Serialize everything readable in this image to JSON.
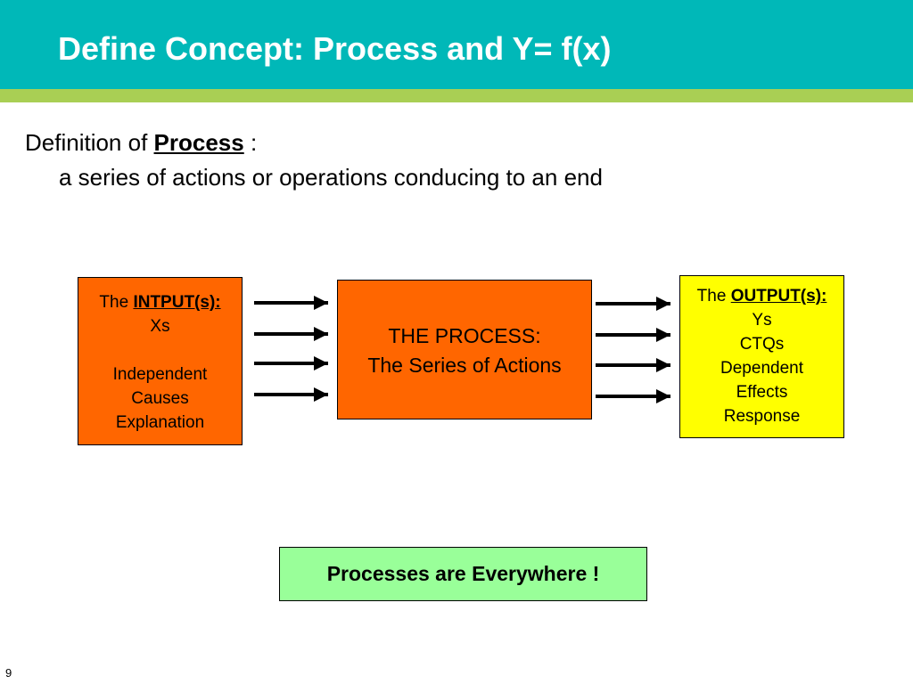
{
  "slide": {
    "title": "Define Concept: Process and Y= f(x)",
    "page_number": "9"
  },
  "definition": {
    "prefix": "Definition of ",
    "keyword": "Process",
    "suffix": " :",
    "text": "a series of actions or operations conducing to an end"
  },
  "input_box": {
    "the": "The ",
    "label": "INTPUT(s):",
    "lines_top": [
      "Xs"
    ],
    "lines_bottom": [
      "Independent",
      "Causes",
      "Explanation"
    ]
  },
  "process_box": {
    "line1": "THE PROCESS:",
    "line2": "The Series of Actions"
  },
  "output_box": {
    "the": "The ",
    "label": "OUTPUT(s):",
    "lines": [
      "Ys",
      "CTQs",
      "Dependent",
      "Effects",
      "Response"
    ]
  },
  "footer_box": {
    "text": "Processes are Everywhere !"
  },
  "colors": {
    "header": "#00B8B8",
    "stripe": "#A9CF54",
    "input_process": "#FF6600",
    "output": "#FFFF00",
    "footer_box": "#99FF99"
  }
}
